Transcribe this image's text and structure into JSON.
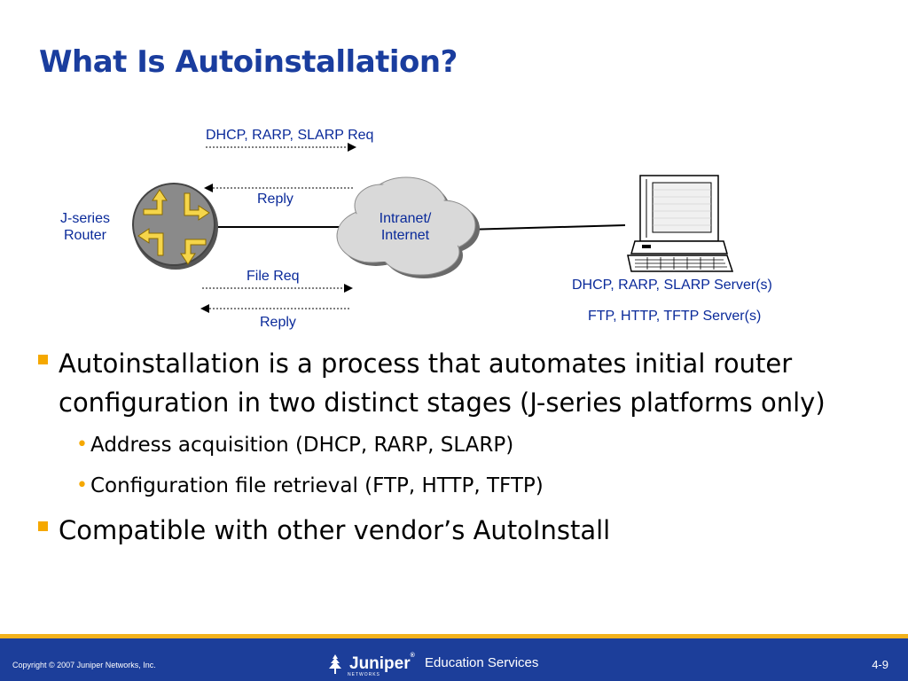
{
  "slide": {
    "title": "What Is Autoinstallation?"
  },
  "diagram": {
    "router_label_line1": "J-series",
    "router_label_line2": "Router",
    "cloud_label_line1": "Intranet/",
    "cloud_label_line2": "Internet",
    "request_top": "DHCP, RARP, SLARP Req",
    "reply_top": "Reply",
    "file_request": "File Req",
    "reply_bottom": "Reply",
    "server_label_1": "DHCP, RARP, SLARP Server(s)",
    "server_label_2": "FTP, HTTP, TFTP Server(s)",
    "colors": {
      "label": "#0a2a9a",
      "router": "#808080",
      "router_arrows": "#f5d54a",
      "cloud": "#d8d8d8"
    }
  },
  "bullets": [
    {
      "text": "Autoinstallation is a process that automates initial router configuration in two distinct stages (J-series platforms only)",
      "sub": [
        "Address acquisition (DHCP, RARP, SLARP)",
        "Configuration file retrieval (FTP, HTTP, TFTP)"
      ]
    },
    {
      "text": "Compatible with other vendor’s AutoInstall"
    }
  ],
  "footer": {
    "copyright": "Copyright © 2007 Juniper Networks, Inc.",
    "logo_text": "Juniper",
    "logo_reg": "®",
    "logo_sub": "NETWORKS",
    "education": "Education Services",
    "page": "4-9",
    "colors": {
      "bar": "#1c3e9a",
      "stripe": "#f2b21c"
    }
  }
}
